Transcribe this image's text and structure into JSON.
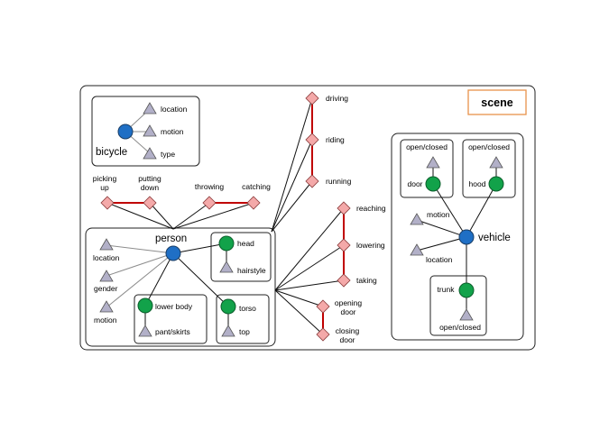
{
  "scene_label": "scene",
  "colors": {
    "entity_blue": "#1f6fc5",
    "attribute_green": "#12a24a",
    "property_triangle": "#b2b0c8",
    "action_diamond": "#f4a9a9",
    "action_link": "#c00000",
    "scene_border": "#e8924b"
  },
  "bicycle": {
    "name": "bicycle",
    "attributes": [
      "location",
      "motion",
      "type"
    ]
  },
  "person": {
    "name": "person",
    "attributes": [
      "location",
      "gender",
      "motion"
    ],
    "parts": {
      "head": {
        "name": "head",
        "property": "hairstyle"
      },
      "lower_body": {
        "name": "lower body",
        "property": "pant/skirts"
      },
      "torso": {
        "name": "torso",
        "property": "top"
      }
    }
  },
  "person_actions": {
    "picking_up": "picking\nup",
    "putting_down": "putting\ndown",
    "throwing": "throwing",
    "catching": "catching"
  },
  "interactions": {
    "driving": "driving",
    "riding": "riding",
    "running": "running",
    "reaching": "reaching",
    "lowering": "lowering",
    "taking": "taking",
    "opening_door": "opening\ndoor",
    "closing_door": "closing\ndoor"
  },
  "vehicle": {
    "name": "vehicle",
    "attributes": [
      "motion",
      "location"
    ],
    "parts": {
      "door": {
        "name": "door",
        "state": "open/closed"
      },
      "hood": {
        "name": "hood",
        "state": "open/closed"
      },
      "trunk": {
        "name": "trunk",
        "state": "open/closed"
      }
    }
  }
}
